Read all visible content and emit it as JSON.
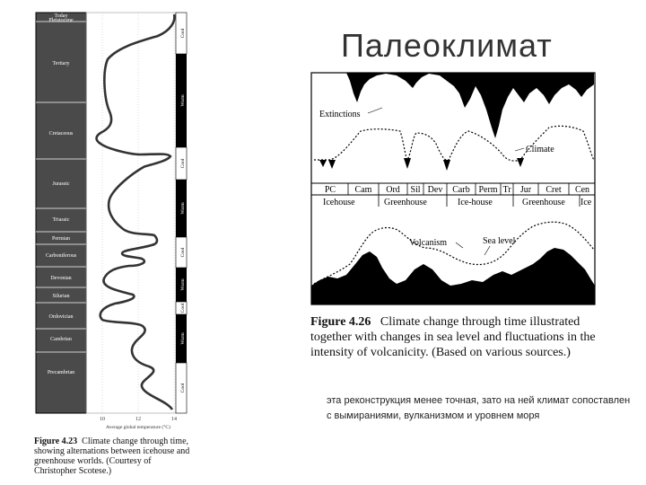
{
  "slide": {
    "title": "Палеоклимат",
    "note": "эта реконструкция менее точная, зато на ней климат сопоставлен с вымираниями, вулканизмом и уровнем моря"
  },
  "left_figure": {
    "periods": [
      "Today",
      "Pleistocene",
      "Tertiary",
      "Cretaceous",
      "Jurassic",
      "Triassic",
      "Permian",
      "Carboniferous",
      "Devonian",
      "Silurian",
      "Ordovician",
      "Cambrian",
      "Precambrian"
    ],
    "climate_bands": [
      "Cool",
      "Warm",
      "Cool",
      "Warm",
      "Cool",
      "Warm",
      "Cool",
      "Warm",
      "Cool"
    ],
    "x_ticks": [
      "10",
      "12",
      "14"
    ],
    "x_label": "Average global temperature (°C)",
    "caption_label": "Figure 4.23",
    "caption_text": "Climate change through time, showing alternations between icehouse and greenhouse worlds. (Courtesy of Christopher Scotese.)"
  },
  "right_figure": {
    "labels": {
      "extinctions": "Extinctions",
      "climate": "Climate",
      "volcanism": "Volcanism",
      "sea_level": "Sea level"
    },
    "periods": [
      "PC",
      "Cam",
      "Ord",
      "Sil",
      "Dev",
      "Carb",
      "Perm",
      "Tr",
      "Jur",
      "Cret",
      "Cen"
    ],
    "regimes": [
      "Icehouse",
      "Greenhouse",
      "Ice-house",
      "Greenhouse",
      "Ice"
    ],
    "caption_label": "Figure 4.26",
    "caption_text": "Climate change through time illustrated together with changes in sea level and fluctuations in the intensity of volcanicity. (Based on various sources.)"
  }
}
